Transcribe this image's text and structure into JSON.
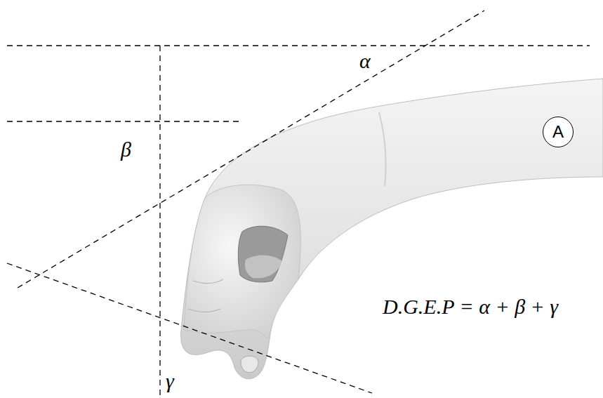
{
  "diagram": {
    "nodes": [
      {
        "text": [
          "A"
        ]
      }
    ],
    "labels": [
      "α",
      "β",
      "γ",
      "D.G.E.P = α + β + γ"
    ]
  }
}
